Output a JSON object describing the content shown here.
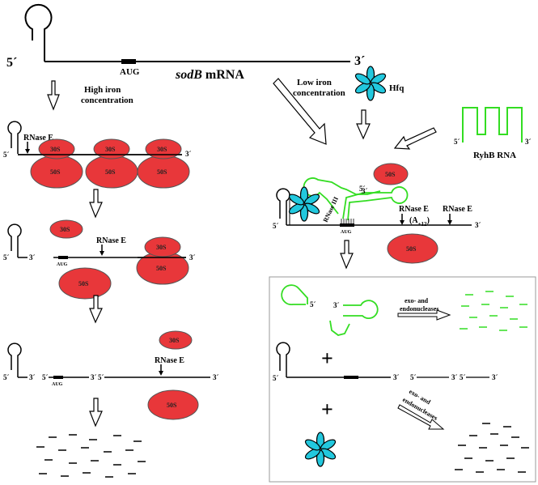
{
  "labels": {
    "five_prime": "5´",
    "three_prime": "3´",
    "aug": "AUG",
    "mrna_name_italic": "sodB",
    "mrna_name_rest": " mRNA",
    "high_iron_1": "High iron",
    "high_iron_2": "concentration",
    "low_iron_1": "Low iron",
    "low_iron_2": "concentration",
    "hfq": "Hfq",
    "ryhb": "RyhB RNA",
    "rnase_e": "RNase E",
    "rnase_iii": "RNase III",
    "a12": "(A",
    "a12_sub": "+12",
    "a12_close": ")",
    "s30": "30S",
    "s50": "50S",
    "exo_endo_1": "exo- and",
    "exo_endo_2": "endonucleases",
    "plus": "+"
  },
  "colors": {
    "ribosome": "#e8373a",
    "ribosome_edge": "#555555",
    "rna": "#000000",
    "ryhb": "#33dd22",
    "hfq": "#22c8de",
    "box_border": "#9a9a9a"
  },
  "icons": {
    "hfq_hexamer": "hfq-hexamer-icon",
    "ribosome_30s": "ribosome-30s-icon",
    "ribosome_50s": "ribosome-50s-icon",
    "hollow_arrow": "hollow-arrow-icon",
    "stem_loop": "stem-loop-icon"
  }
}
